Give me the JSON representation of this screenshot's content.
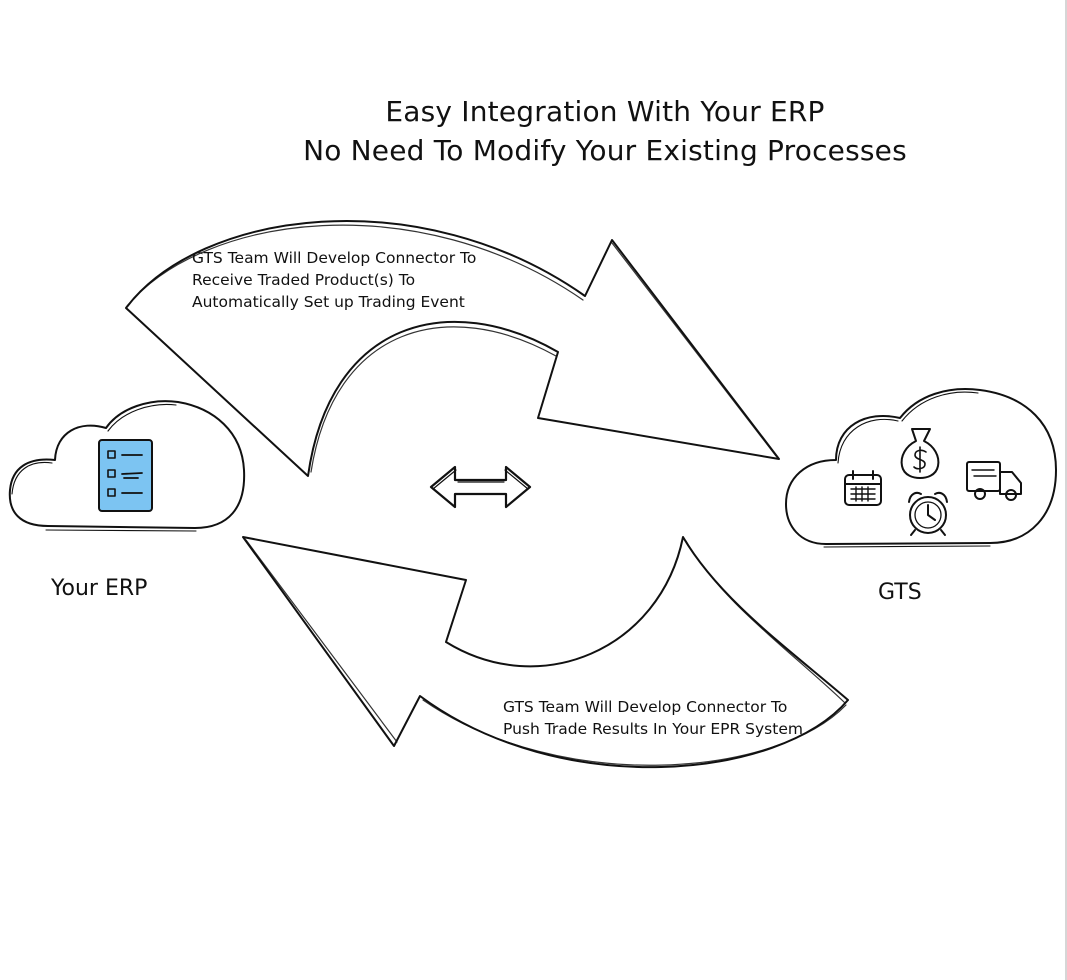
{
  "header": {
    "title_line_1": "Easy Integration With Your ERP",
    "title_line_2": "No Need To Modify Your Existing Processes"
  },
  "flows": {
    "to_gts": {
      "line_1": "GTS Team Will Develop Connector To",
      "line_2": "Receive Traded Product(s) To",
      "line_3": "Automatically Set up Trading Event"
    },
    "to_erp": {
      "line_1": "GTS Team Will Develop Connector To",
      "line_2": "Push Trade Results In Your EPR System"
    }
  },
  "nodes": {
    "erp": {
      "label": "Your ERP",
      "icons": [
        "checklist-icon"
      ]
    },
    "gts": {
      "label": "GTS",
      "icons": [
        "calendar-icon",
        "money-bag-icon",
        "alarm-clock-icon",
        "delivery-truck-icon"
      ]
    }
  },
  "colors": {
    "stroke": "#111111",
    "checklist_fill": "#7cc4f2",
    "background": "#ffffff"
  }
}
